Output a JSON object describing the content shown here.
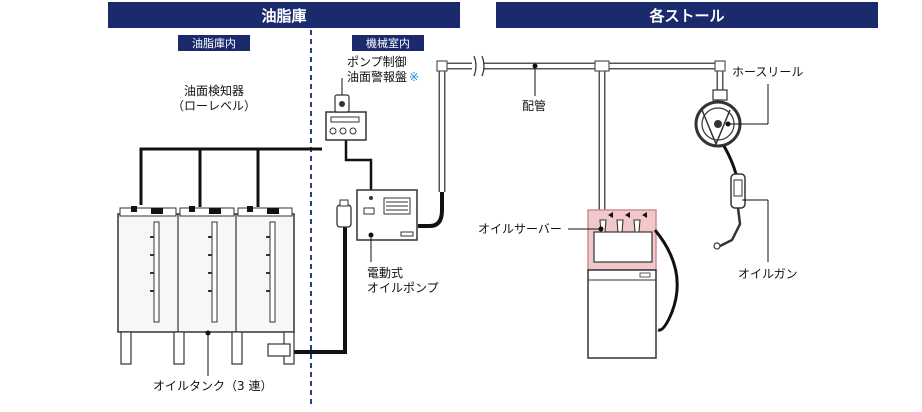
{
  "colors": {
    "navy": "#1a2a6c",
    "divider": "#2b3d8f",
    "note": "#1f8fd6",
    "pipe": "#111111",
    "tank_fill": "#f7f7f7",
    "server_highlight": "#f2c7c9",
    "server_border": "#c98f93"
  },
  "sections": {
    "storage": {
      "title": "油脂庫",
      "subtitle": "油脂庫内"
    },
    "machine_room": {
      "subtitle": "機械室内"
    },
    "stall": {
      "title": "各ストール"
    }
  },
  "labels": {
    "level_detector_line1": "油面検知器",
    "level_detector_line2": "（ローレベル）",
    "panel_line1": "ポンプ制御",
    "panel_line2": "油面警報盤",
    "panel_note_mark": "※",
    "pipe": "配管",
    "pump_line1": "電動式",
    "pump_line2": "オイルポンプ",
    "server": "オイルサーバー",
    "hose_reel": "ホースリール",
    "oil_gun": "オイルガン",
    "tank": "オイルタンク（3 連）"
  }
}
